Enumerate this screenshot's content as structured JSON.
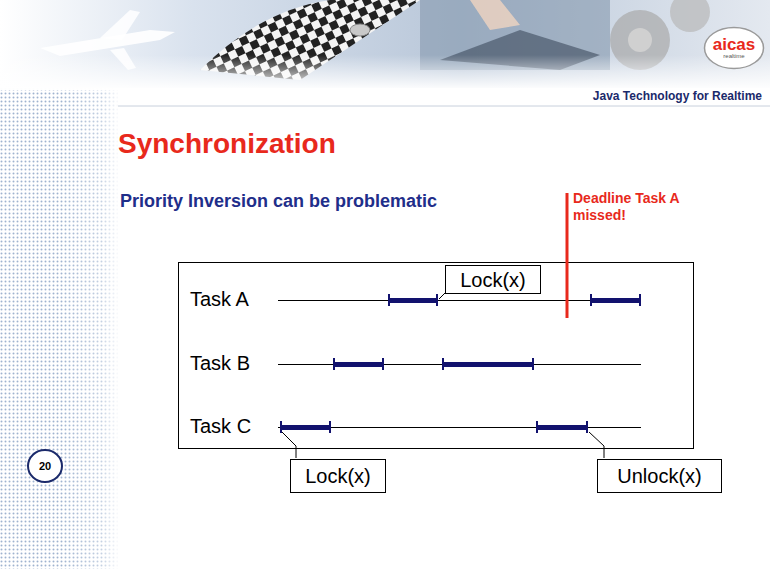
{
  "diagram": {
    "title": "Synchronization",
    "nodes": [
      {
        "text": [
          "aicas",
          "realtime"
        ]
      },
      {
        "text": [
          "Lock(x)"
        ]
      },
      {
        "text": [
          "Lock(x)"
        ]
      },
      {
        "text": [
          "Unlock(x)"
        ]
      },
      {
        "text": [
          "20"
        ]
      }
    ],
    "labels": [
      "Java Technology for Realtime",
      "Priority Inversion can be problematic",
      "Deadline Task A missed!",
      "Task A",
      "Task B",
      "Task C"
    ]
  }
}
